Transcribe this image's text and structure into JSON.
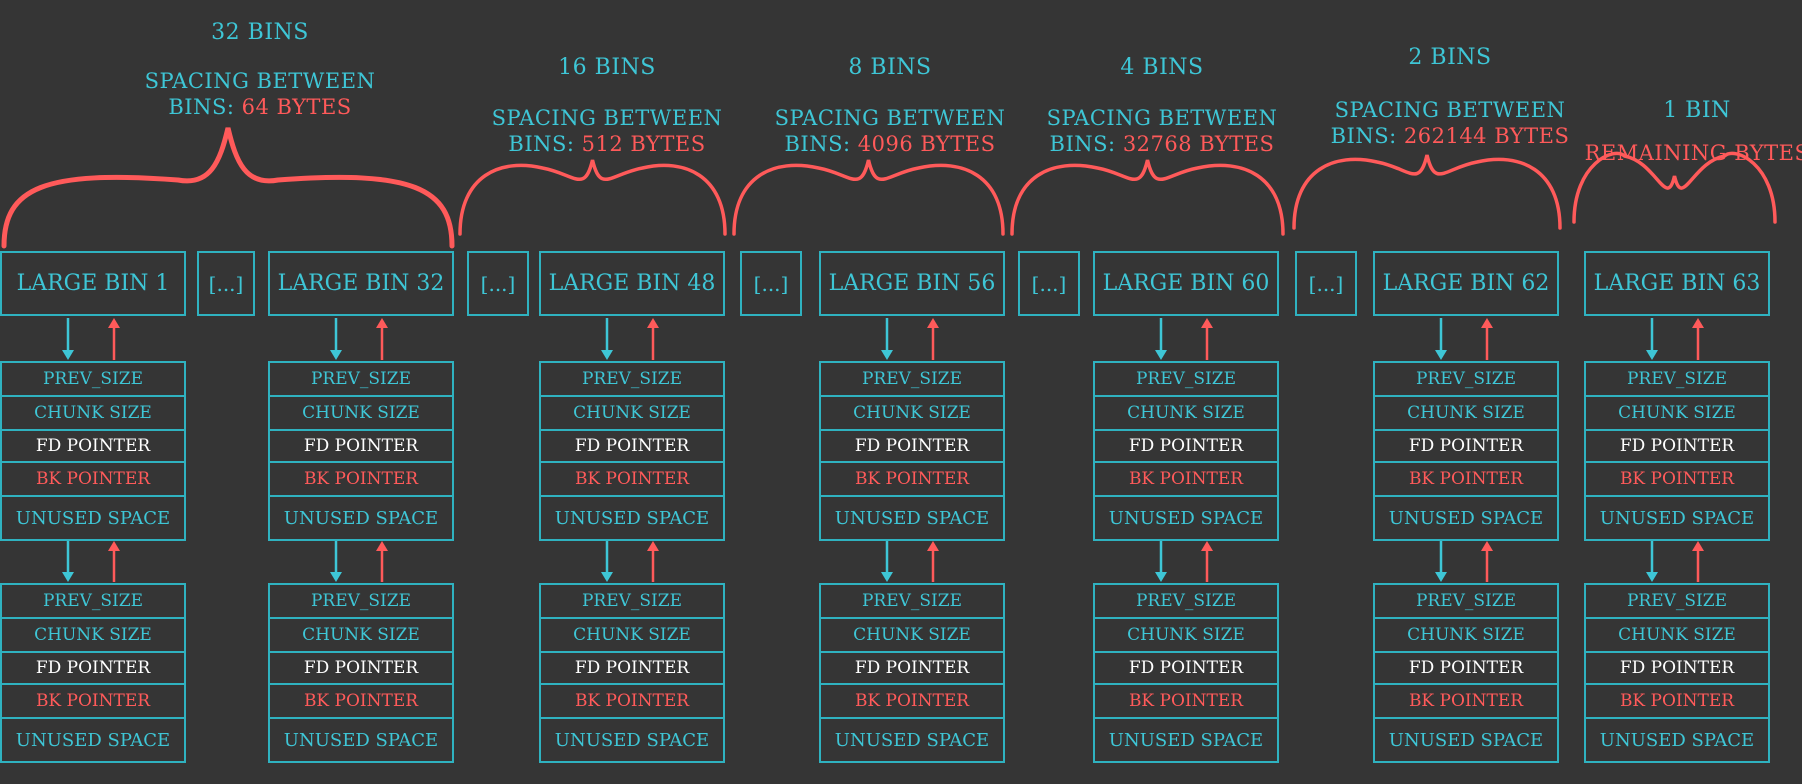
{
  "colors": {
    "background": "#353535",
    "cyan": "#3ec6d6",
    "red": "#ff5a5a",
    "white": "#ffffff",
    "border": "#2fb2c0"
  },
  "ellipsis_label": "[...]",
  "groups": [
    {
      "count": "32 BINS",
      "spacing_label": "SPACING BETWEEN",
      "spacing_prefix": "BINS:",
      "spacing_value": "64 BYTES"
    },
    {
      "count": "16 BINS",
      "spacing_label": "SPACING BETWEEN",
      "spacing_prefix": "BINS:",
      "spacing_value": "512 BYTES"
    },
    {
      "count": "8 BINS",
      "spacing_label": "SPACING BETWEEN",
      "spacing_prefix": "BINS:",
      "spacing_value": "4096 BYTES"
    },
    {
      "count": "4 BINS",
      "spacing_label": "SPACING BETWEEN",
      "spacing_prefix": "BINS:",
      "spacing_value": "32768 BYTES"
    },
    {
      "count": "2 BINS",
      "spacing_label": "SPACING BETWEEN",
      "spacing_prefix": "BINS:",
      "spacing_value": "262144 BYTES"
    },
    {
      "count": "1 BIN",
      "spacing_label": "",
      "spacing_prefix": "",
      "spacing_value": "REMAINING BYTES"
    }
  ],
  "bins": [
    {
      "label": "LARGE BIN 1"
    },
    {
      "label": "LARGE BIN 32"
    },
    {
      "label": "LARGE BIN 48"
    },
    {
      "label": "LARGE BIN 56"
    },
    {
      "label": "LARGE BIN 60"
    },
    {
      "label": "LARGE BIN 62"
    },
    {
      "label": "LARGE BIN 63"
    }
  ],
  "chunk_fields": {
    "prev_size": "PREV_SIZE",
    "chunk_size": "CHUNK SIZE",
    "fd": "FD POINTER",
    "bk": "BK POINTER",
    "unused": "UNUSED SPACE"
  }
}
